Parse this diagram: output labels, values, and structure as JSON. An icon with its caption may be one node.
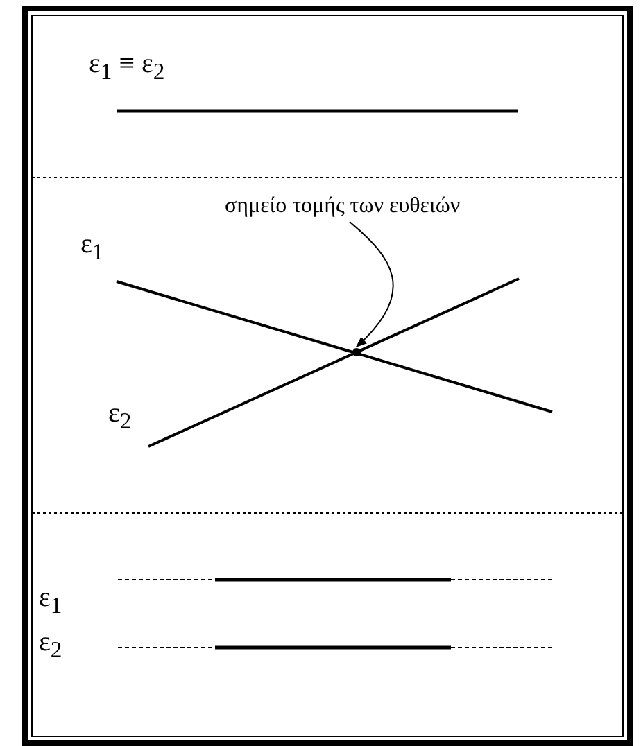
{
  "diagram": {
    "nodes": [
      {
        "text": [
          "σημείο τομής των ευθειών"
        ]
      },
      {
        "text": [],
        "shape": "point"
      }
    ],
    "edges": [
      {
        "from": 0,
        "to": 1,
        "arrow": "to"
      }
    ],
    "labels": [
      "ε$_{1}$ ≡ ε$_{2}$",
      "ε$_{1}$",
      "ε$_{2}$",
      "ε$_{1}$",
      "ε$_{2}$"
    ]
  }
}
